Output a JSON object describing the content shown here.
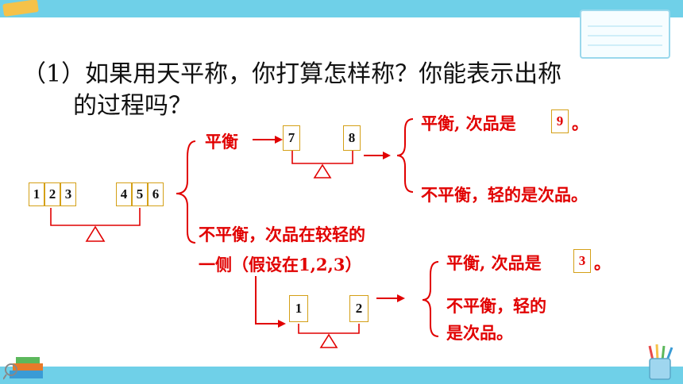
{
  "question": {
    "line1": "（1）如果用天平称，你打算怎样称？你能表示出称",
    "line2": "的过程吗？"
  },
  "first_weighing": {
    "left_pan": [
      "1",
      "2",
      "3"
    ],
    "right_pan": [
      "4",
      "5",
      "6"
    ]
  },
  "branch_balanced": {
    "label": "平衡",
    "left_pan": "7",
    "right_pan": "8",
    "outcome_balanced_prefix": "平衡, 次品是",
    "outcome_balanced_answer": "9",
    "outcome_balanced_suffix": "。",
    "outcome_unbalanced": "不平衡，轻的是次品。"
  },
  "branch_unbalanced": {
    "label_line1": "不平衡，次品在较轻的",
    "label_line2": "一侧（假设在1,2,3）",
    "left_pan": "1",
    "right_pan": "2",
    "outcome_balanced_prefix": "平衡, 次品是",
    "outcome_balanced_answer": "3",
    "outcome_balanced_suffix": "。",
    "outcome_unbalanced_line1": "不平衡，轻的",
    "outcome_unbalanced_line2": "是次品。"
  },
  "colors": {
    "accent": "#e10000",
    "box_border": "#d4a017",
    "bar": "#6fd0e8"
  }
}
